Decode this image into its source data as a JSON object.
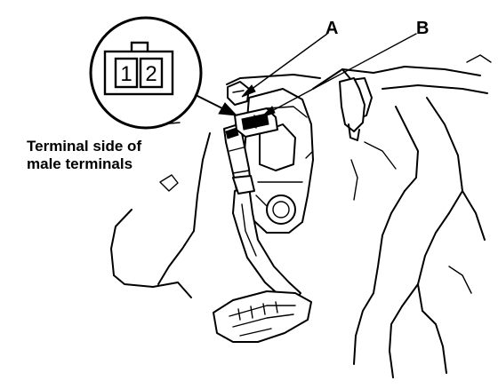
{
  "callouts": {
    "a": "A",
    "b": "B"
  },
  "connector": {
    "pin_1": "1",
    "pin_2": "2"
  },
  "caption": {
    "line_1": "Terminal side of",
    "line_2": "male terminals"
  }
}
